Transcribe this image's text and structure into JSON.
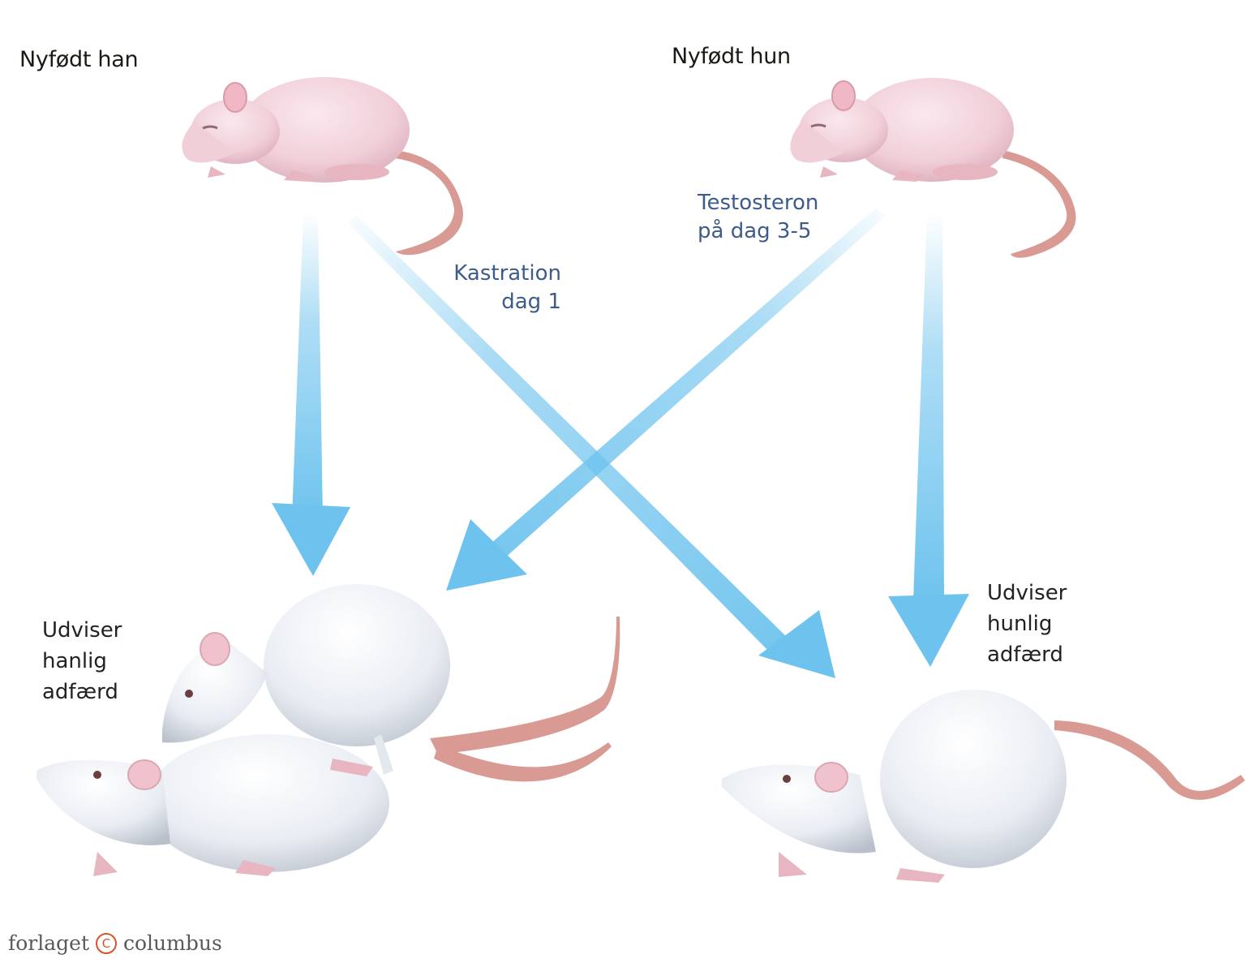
{
  "labels": {
    "newborn_male": "Nyfødt han",
    "newborn_female": "Nyfødt hun",
    "castration_line1": "Kastration",
    "castration_line2": "dag 1",
    "testosterone_line1": "Testosteron",
    "testosterone_line2": "på dag 3-5",
    "male_behavior_line1": "Udviser",
    "male_behavior_line2": "hanlig",
    "male_behavior_line3": "adfærd",
    "female_behavior_line1": "Udviser",
    "female_behavior_line2": "hunlig",
    "female_behavior_line3": "adfærd"
  },
  "publisher": {
    "left": "forlaget",
    "symbol": "C",
    "right": "columbus"
  },
  "colors": {
    "arrow": "#6ec3ee",
    "label_blue": "#3d5b8c",
    "newborn_rat": "#f1cfd9",
    "adult_rat": "#e9edf3",
    "tail": "#d99a94",
    "logo_accent": "#d5552b"
  }
}
